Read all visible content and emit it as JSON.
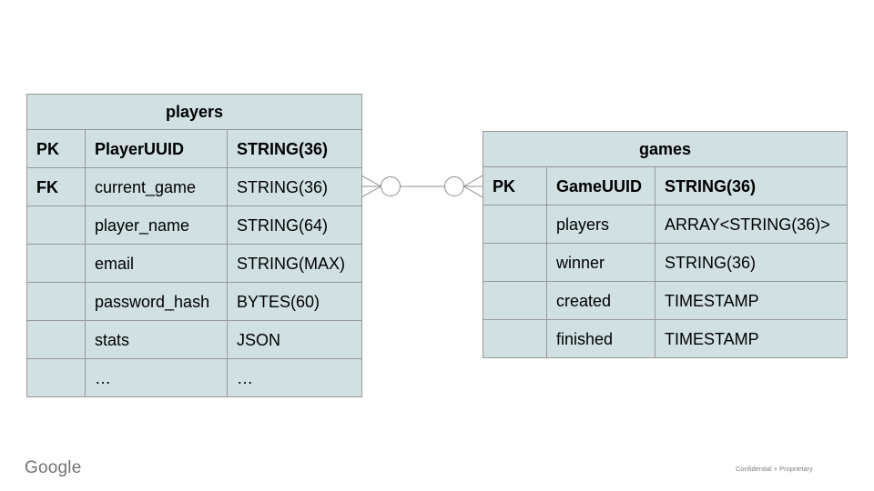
{
  "slide": {
    "footer_logo": "Google",
    "footer_note": "Confidential + Proprietary"
  },
  "colors": {
    "table_fill": "#d0e0e3",
    "table_border": "#999999",
    "connector_stroke": "#8c8c8c",
    "text": "#000000",
    "footer_text": "#808080",
    "logo_text": "#737373",
    "background": "#ffffff"
  },
  "tables": {
    "players": {
      "title": "players",
      "rows": [
        {
          "key": "PK",
          "name": "PlayerUUID",
          "type": "STRING(36)"
        },
        {
          "key": "FK",
          "name": "current_game",
          "type": "STRING(36)"
        },
        {
          "key": "",
          "name": "player_name",
          "type": "STRING(64)"
        },
        {
          "key": "",
          "name": "email",
          "type": "STRING(MAX)"
        },
        {
          "key": "",
          "name": "password_hash",
          "type": "BYTES(60)"
        },
        {
          "key": "",
          "name": "stats",
          "type": "JSON"
        },
        {
          "key": "",
          "name": "…",
          "type": "…"
        }
      ]
    },
    "games": {
      "title": "games",
      "rows": [
        {
          "key": "PK",
          "name": "GameUUID",
          "type": "STRING(36)"
        },
        {
          "key": "",
          "name": "players",
          "type": "ARRAY<STRING(36)>"
        },
        {
          "key": "",
          "name": "winner",
          "type": "STRING(36)"
        },
        {
          "key": "",
          "name": "created",
          "type": "TIMESTAMP"
        },
        {
          "key": "",
          "name": "finished",
          "type": "TIMESTAMP"
        }
      ]
    }
  },
  "relationship": {
    "from": "players.current_game",
    "to": "games.GameUUID",
    "left_cardinality": "zero-or-many",
    "right_cardinality": "zero-or-many",
    "notation": "crows-foot-with-optional-circle"
  }
}
